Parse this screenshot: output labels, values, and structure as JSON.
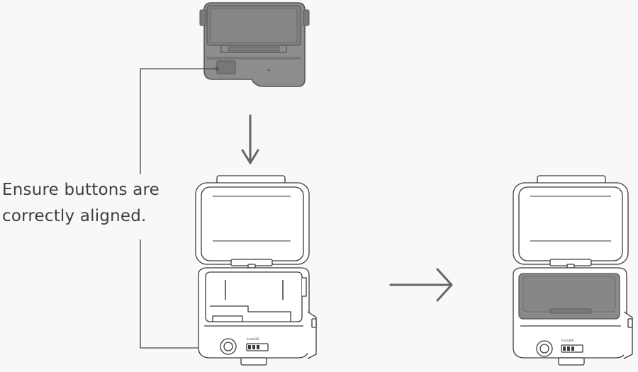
{
  "instruction": {
    "line1": "Ensure buttons are",
    "line2": "correctly aligned."
  },
  "case_brand_label": "Insta360",
  "colors": {
    "background": "#f8f8fa",
    "outline": "#3a3a3a",
    "camera_fill": "#8a8a8a",
    "camera_dark": "#6f6f6f",
    "case_fill": "#ffffff",
    "text": "#3f3f3f"
  },
  "icons": [
    "camera-module",
    "down-arrow-icon",
    "right-arrow-icon",
    "protective-case",
    "leader-line"
  ]
}
